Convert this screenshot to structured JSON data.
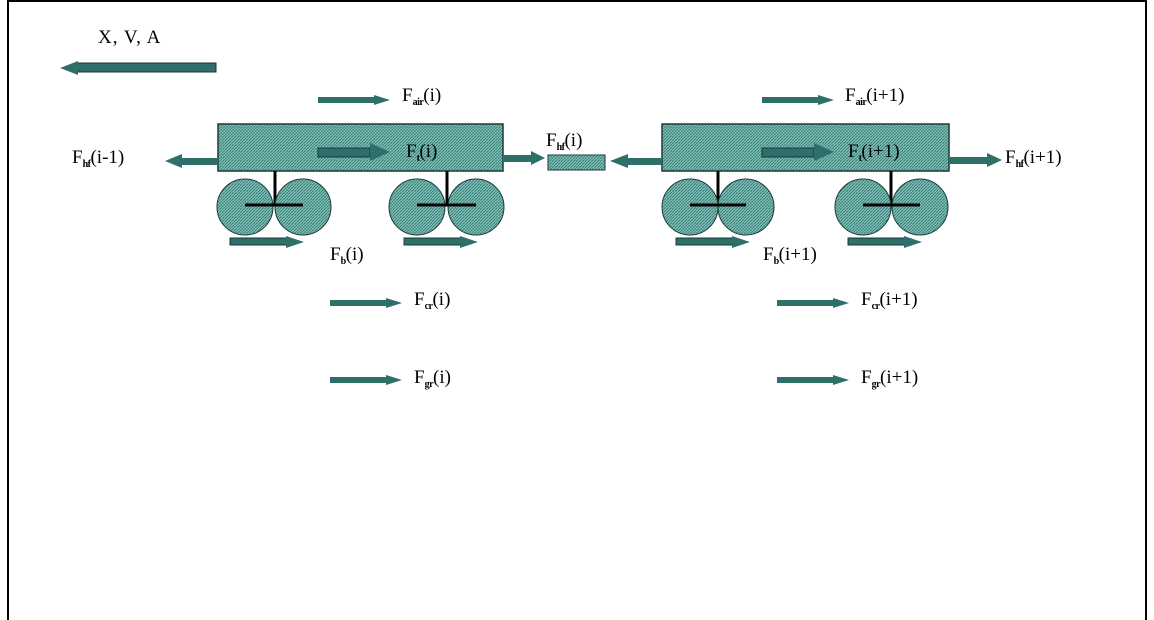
{
  "legend": {
    "text": "X, V, A"
  },
  "forces": {
    "air_i": {
      "main": "F",
      "sub": "air",
      "arg": "(i)"
    },
    "air_i1": {
      "main": "F",
      "sub": "air",
      "arg": "(i+1)"
    },
    "t_i": {
      "main": "F",
      "sub": "t",
      "arg": "(i)"
    },
    "t_i1": {
      "main": "F",
      "sub": "t",
      "arg": "(i+1)"
    },
    "hf_im1": {
      "main": "F",
      "sub": "hf",
      "arg": "(i-1)"
    },
    "hf_i": {
      "main": "F",
      "sub": "hf",
      "arg": "(i)"
    },
    "hf_i1": {
      "main": "F",
      "sub": "hf",
      "arg": "(i+1)"
    },
    "b_i": {
      "main": "F",
      "sub": "b",
      "arg": "(i)"
    },
    "b_i1": {
      "main": "F",
      "sub": "b",
      "arg": "(i+1)"
    },
    "cr_i": {
      "main": "F",
      "sub": "cr",
      "arg": "(i)"
    },
    "cr_i1": {
      "main": "F",
      "sub": "cr",
      "arg": "(i+1)"
    },
    "gr_i": {
      "main": "F",
      "sub": "gr",
      "arg": "(i)"
    },
    "gr_i1": {
      "main": "F",
      "sub": "gr",
      "arg": "(i+1)"
    }
  },
  "colors": {
    "fill": "#5fa8a0",
    "arrow": "#2f6f6a",
    "stroke": "#1a3a38"
  }
}
